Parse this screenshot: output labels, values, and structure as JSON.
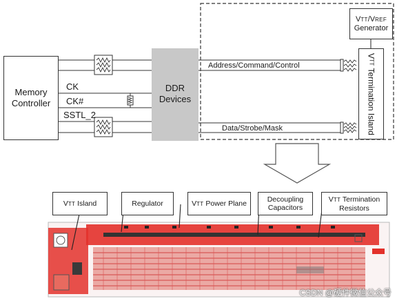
{
  "top_diagram": {
    "memory_controller": "Memory\nController",
    "ddr_devices": "DDR\nDevices",
    "signals": {
      "ck": "CK",
      "ck_n": "CK#",
      "sstl": "SSTL_2"
    },
    "bus_labels": {
      "address": "Address/Command/Control",
      "data": "Data/Strobe/Mask"
    },
    "vtt_vref_generator": {
      "prefix1": "V",
      "sub1": "TT",
      "mid": "/V",
      "sub2": "REF",
      "line2": "Generator"
    },
    "vtt_termination_island": {
      "prefix": "V",
      "sub": "TT",
      "rest": " Termination Island"
    }
  },
  "pcb_callouts": {
    "vtt_island": {
      "prefix": "V",
      "sub": "TT",
      "rest": " Island"
    },
    "regulator": "Regulator",
    "vtt_power_plane": {
      "prefix": "V",
      "sub": "TT",
      "rest": " Power Plane"
    },
    "decoupling": "Decoupling\nCapacitors",
    "vtt_termination_resistors": {
      "prefix": "V",
      "sub": "TT",
      "rest": " Termination",
      "line2": "Resistors"
    }
  },
  "watermark": "CSDN @硬件微信公众号",
  "colors": {
    "pcb_red": "#e3312b",
    "ddr_gray": "#c8c8c8",
    "line": "#333333"
  }
}
